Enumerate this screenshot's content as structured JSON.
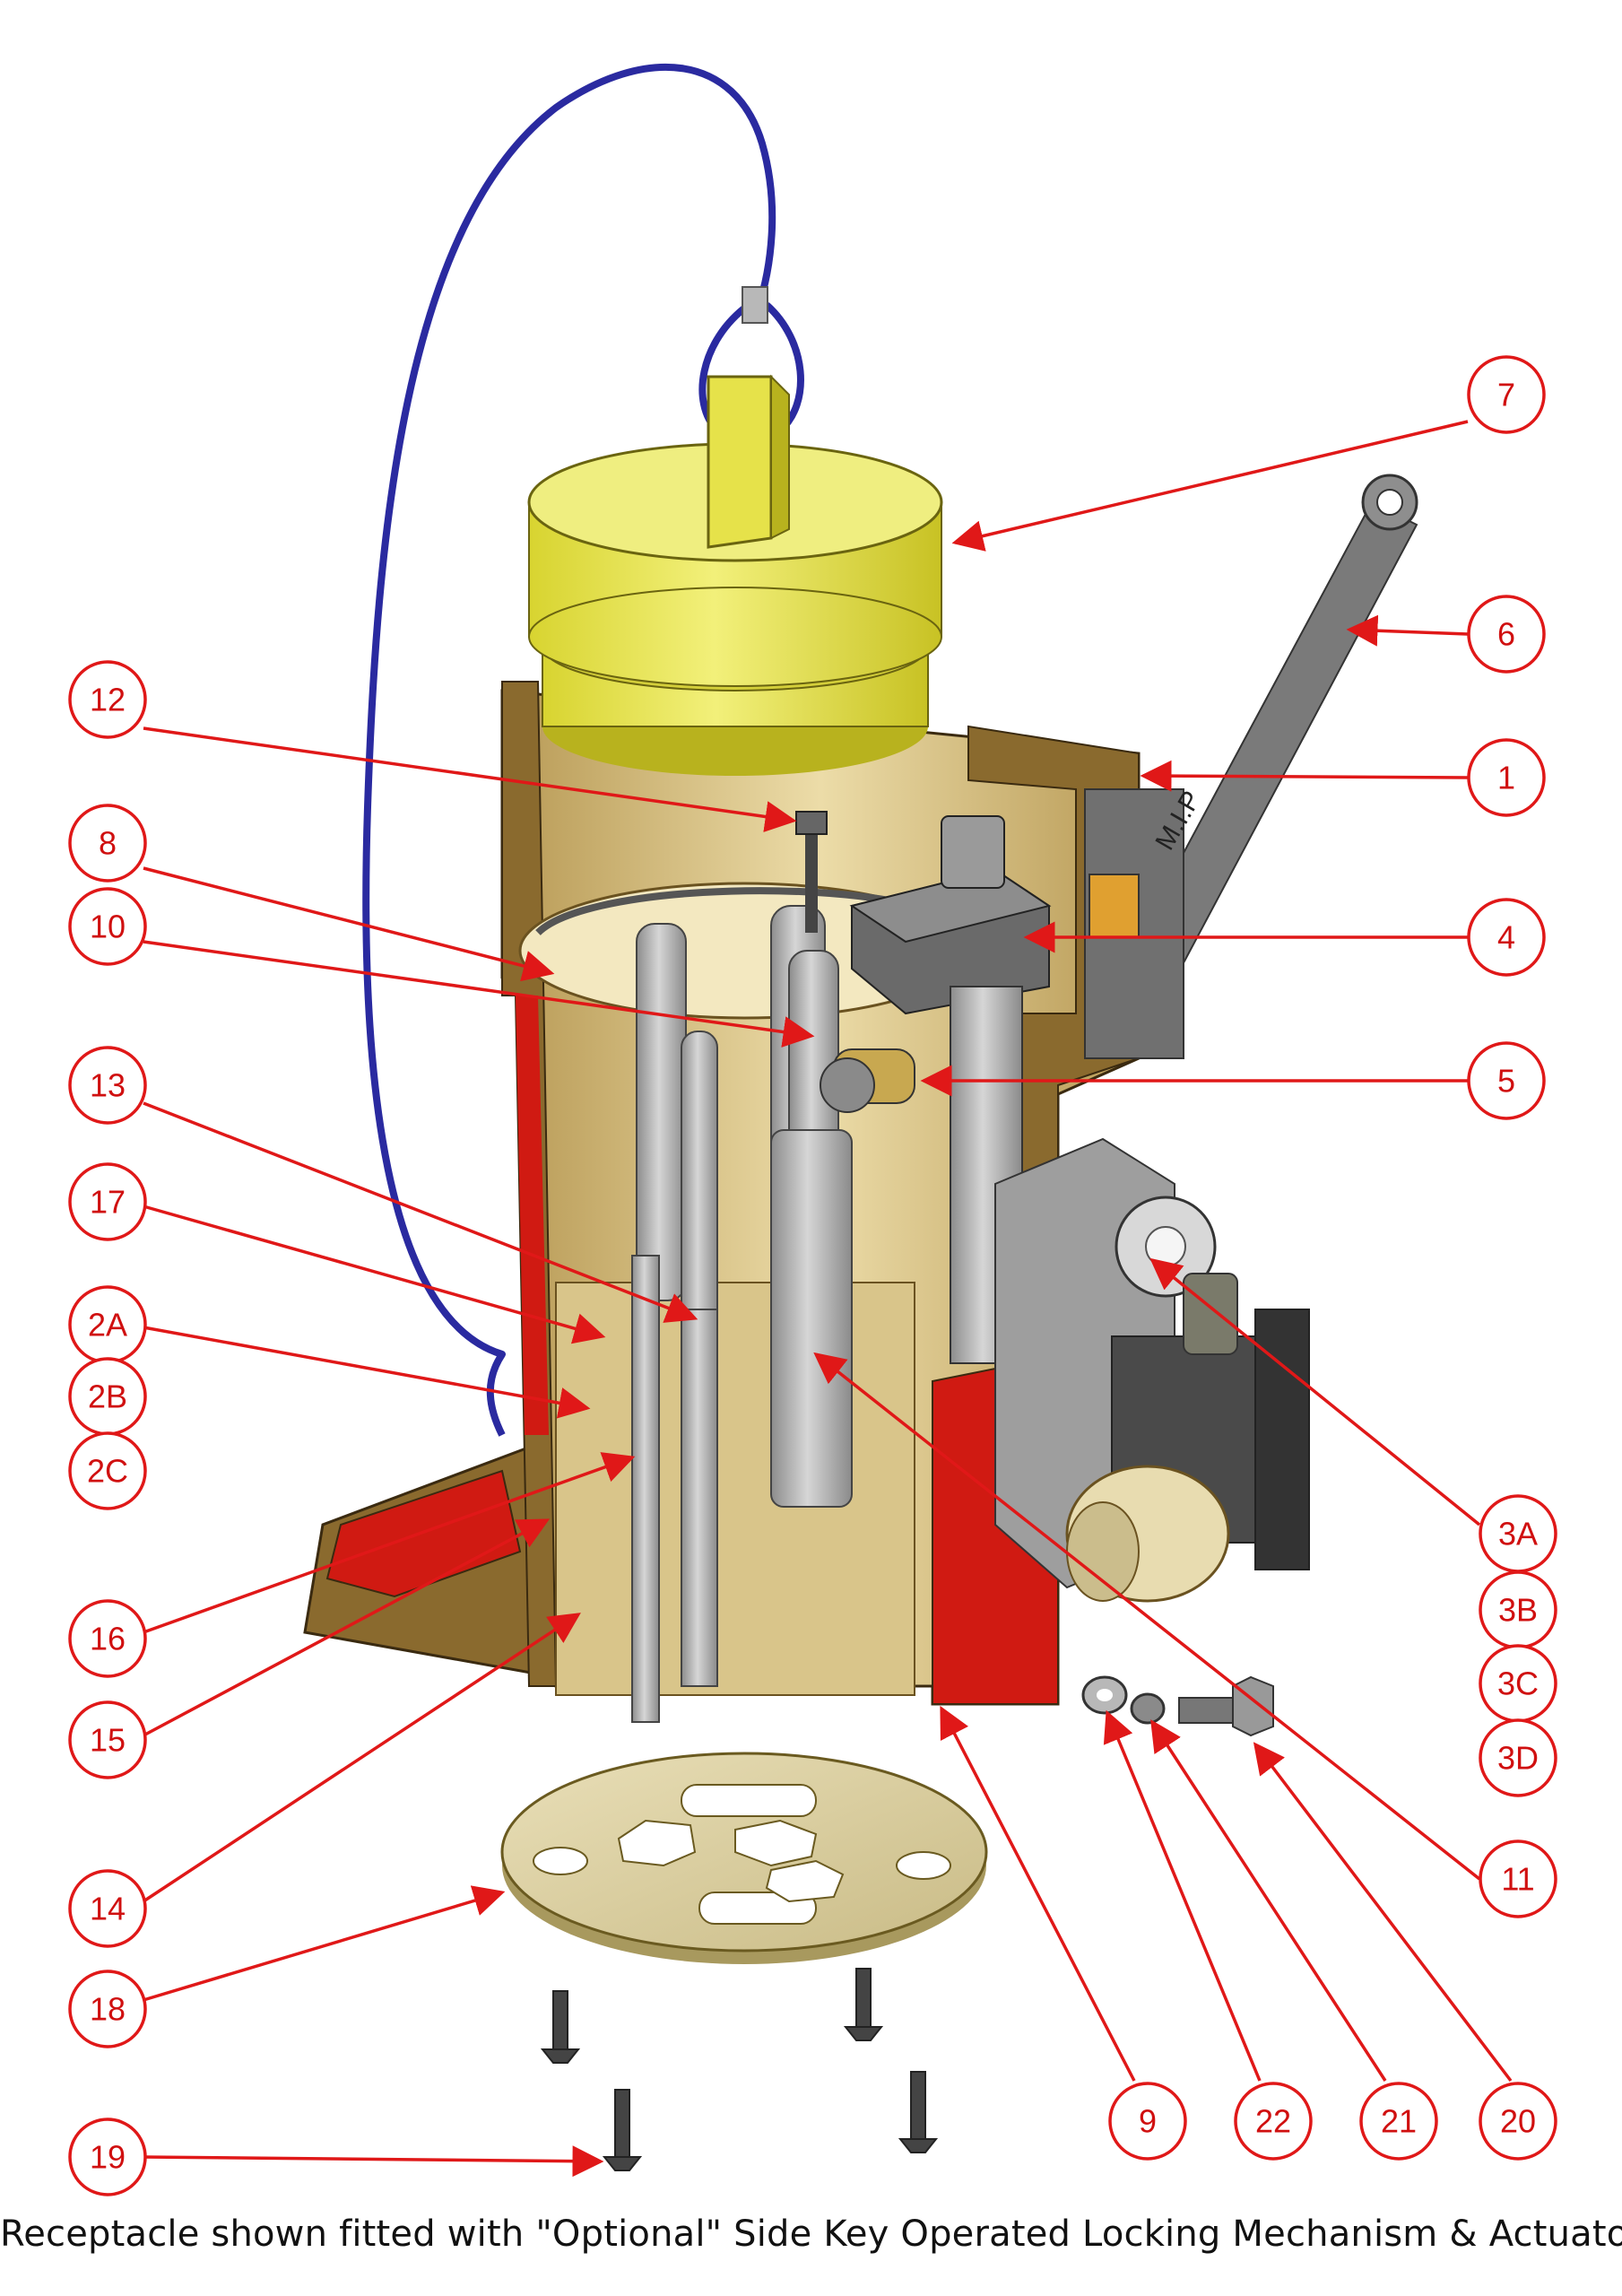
{
  "caption": "Receptacle shown fitted with \"Optional\" Side Key Operated Locking Mechanism & Actuator",
  "colors": {
    "callout": "#e01818",
    "bronze": "#c9b27a",
    "bronze_dark": "#8a6a2e",
    "section_red": "#d01a12",
    "cap_yellow": "#e4e246",
    "steel": "#a9a9a9",
    "cable_blue": "#2a2aa0"
  },
  "callouts": [
    {
      "id": "7",
      "label": "7"
    },
    {
      "id": "6",
      "label": "6"
    },
    {
      "id": "12",
      "label": "12"
    },
    {
      "id": "1",
      "label": "1"
    },
    {
      "id": "8",
      "label": "8"
    },
    {
      "id": "10",
      "label": "10"
    },
    {
      "id": "4",
      "label": "4"
    },
    {
      "id": "5",
      "label": "5"
    },
    {
      "id": "13",
      "label": "13"
    },
    {
      "id": "17",
      "label": "17"
    },
    {
      "id": "2A",
      "label": "2A"
    },
    {
      "id": "2B",
      "label": "2B"
    },
    {
      "id": "2C",
      "label": "2C"
    },
    {
      "id": "3A",
      "label": "3A"
    },
    {
      "id": "3B",
      "label": "3B"
    },
    {
      "id": "3C",
      "label": "3C"
    },
    {
      "id": "3D",
      "label": "3D"
    },
    {
      "id": "16",
      "label": "16"
    },
    {
      "id": "15",
      "label": "15"
    },
    {
      "id": "14",
      "label": "14"
    },
    {
      "id": "11",
      "label": "11"
    },
    {
      "id": "18",
      "label": "18"
    },
    {
      "id": "9",
      "label": "9"
    },
    {
      "id": "22",
      "label": "22"
    },
    {
      "id": "21",
      "label": "21"
    },
    {
      "id": "20",
      "label": "20"
    },
    {
      "id": "19",
      "label": "19"
    }
  ],
  "handle_marking": "M.I.P"
}
